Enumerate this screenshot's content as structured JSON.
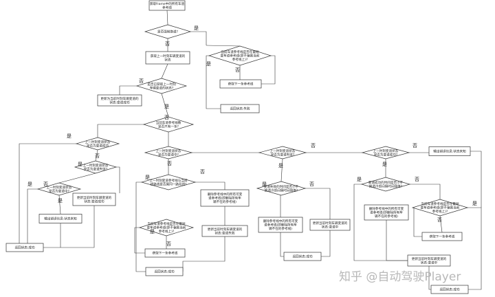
{
  "labels": {
    "yes": "是",
    "no": "否"
  },
  "watermark": "知乎 @自动驾驶Player",
  "nodes": {
    "start": [
      "获取frame中的所有车道",
      "参考线"
    ],
    "q_change_sig": [
      "是否强制换道?"
    ],
    "get_last_state": [
      "获取上一时刻车辆变道的",
      "状态"
    ],
    "q_retrieved_last": [
      "是否已获取上一时刻",
      "车辆变道的状态?"
    ],
    "update_success": [
      "更新为当前时刻车辆变道的",
      "状态:变道成功"
    ],
    "q_force_r1": [
      "当前车道参考线是否在最短",
      "变车道参考线(即不偏离当前",
      "参考线上)?"
    ],
    "get_next_r1": [
      "获取下一条参考线"
    ],
    "ret_fail_r1": [
      "返回状态:失败"
    ],
    "q_only_one": [
      "当前车道参考线数",
      "是否只有一条?"
    ],
    "q_L_prev_state": [
      "上一时刻变道状态",
      "是否为变道成功"
    ],
    "q_L_failed": [
      "上一时刻变道状态",
      "是否为变道失败?"
    ],
    "q_L_changing": [
      "上一时刻变道状态",
      "是否为变道中?"
    ],
    "output_unknown_L": [
      "输出错误信息:状态未知"
    ],
    "update_current_L": [
      "更新当前时刻车辆变道的",
      "状态:变道成功"
    ],
    "ret_success_L": [
      "返回状态:成功"
    ],
    "q_A_prev": [
      "上一时刻变道状态",
      "是否为变道中?"
    ],
    "q_A_ref_match": [
      "上一时刻变道参考线与当前",
      "线路线是否属同一路段线?"
    ],
    "q_A_in_path": [
      "当前车道参考线是否在最短",
      "变车道参考线(即不偏离当前",
      "参考线上)?"
    ],
    "get_next_A": [
      "获取下一条参考线"
    ],
    "delete_A": [
      "删除参考线中的所有可变",
      "道参考线(即删除所有车",
      "辆不在的参考线)"
    ],
    "update_fail_A": [
      "更新当前时刻车辆变道的",
      "状态:变道失败"
    ],
    "ret_fail_A": [
      "返回状态:成功"
    ],
    "q_B_prev": [
      "上一时刻变道状态",
      "是否为变道失败?"
    ],
    "q_B_time": [
      "变道失败的时间是否小于",
      "换道冷却间隔时间阈值?"
    ],
    "delete_B": [
      "删除参考线中的所有可变",
      "道参考线(即删除所有车",
      "辆不在的参考线)"
    ],
    "update_B": [
      "更新当前时刻车辆变道的",
      "状态:变道中"
    ],
    "ret_success_B": [
      "返回状态:成功"
    ],
    "q_C_prev": [
      "上一时刻变道状态",
      "是否为变道成功?"
    ],
    "output_unknown_C": [
      "输出错误信息:状态未知"
    ],
    "q_C_time": [
      "变道成功的时间是否小于",
      "换道冷却间隔时间阈值?"
    ],
    "delete_C": [
      "删除参考线中的所有可变",
      "道参考线(即删除所有车",
      "辆不在的参考线)"
    ],
    "q_C_in_path": [
      "当前车道参考线是否在最短",
      "变车道参考线(即不偏离当前",
      "参考线上)?"
    ],
    "get_next_C": [
      "获取下一条参考线"
    ],
    "update_C": [
      "更新当前时刻车辆变道的",
      "状态:变道中"
    ],
    "ret_success_C": [
      "返回状态:成功"
    ]
  }
}
